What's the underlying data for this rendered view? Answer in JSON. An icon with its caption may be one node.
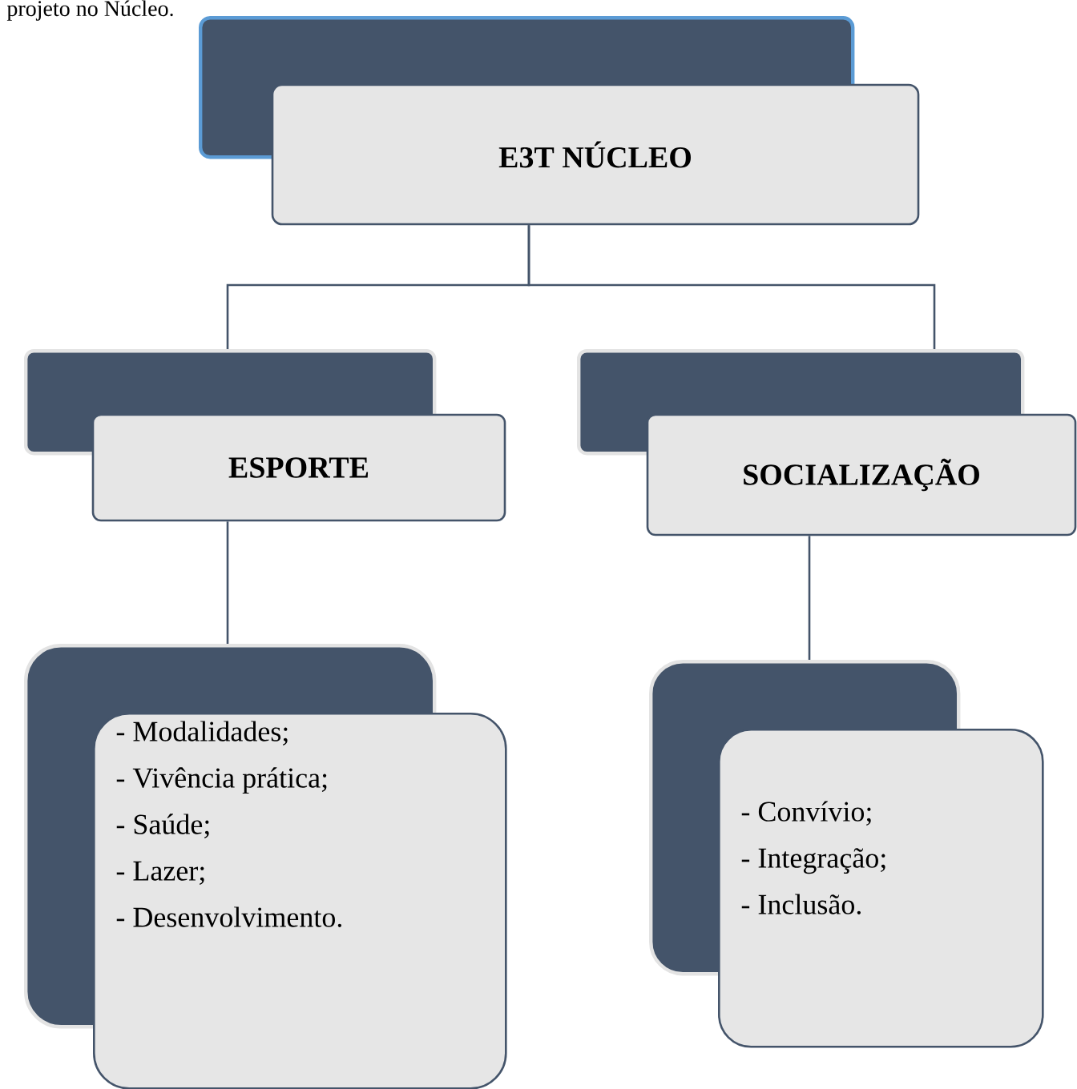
{
  "diagram": {
    "nodes": [
      {
        "text": [
          "E3T NÚCLEO"
        ]
      },
      {
        "text": [
          "ESPORTE"
        ]
      },
      {
        "text": [
          "SOCIALIZAÇÃO"
        ]
      },
      {
        "text": [
          "- Modalidades;",
          "- Vivência prática;",
          "- Saúde;",
          "- Lazer;",
          "- Desenvolvimento."
        ]
      },
      {
        "text": [
          "- Convívio;",
          "- Integração;",
          "- Inclusão."
        ]
      }
    ],
    "edges": [
      {
        "from": 0,
        "to": 1,
        "arrow": "none"
      },
      {
        "from": 0,
        "to": 2,
        "arrow": "none"
      },
      {
        "from": 1,
        "to": 3,
        "arrow": "none"
      },
      {
        "from": 2,
        "to": 4,
        "arrow": "none"
      }
    ],
    "labels": [
      "projeto no Núcleo."
    ]
  }
}
